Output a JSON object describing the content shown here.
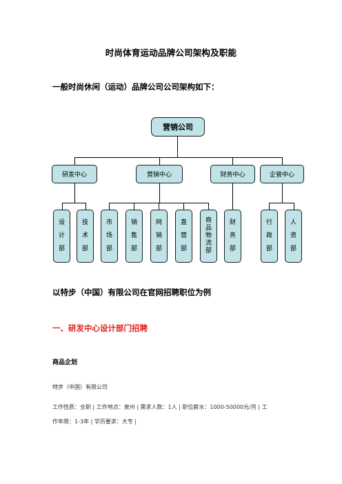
{
  "document": {
    "title": "时尚体育运动品牌公司架构及职能",
    "intro": "一般时尚休闲（运动）品牌公司公司架构如下：",
    "example_heading": "以特步（中国）有限公司在官网招聘职位为例",
    "section_heading": "一、研发中心设计部门招聘",
    "job_title": "商品企划",
    "company": "特步（中国）有限公司",
    "details_line1": "工作性质：全职 | 工作地点：泉州 | 需求人数：1人 | 职位薪水：1000-50000元/月 | 工",
    "details_line2": "作年限：1-3年 | 学历要求：大专 |"
  },
  "org_chart": {
    "root": "营销公司",
    "centers": {
      "rd": "研发中心",
      "marketing": "营销中心",
      "finance": "财务中心",
      "management": "企管中心"
    },
    "departments": {
      "design": [
        "设",
        "计",
        "部"
      ],
      "tech": [
        "技",
        "术",
        "部"
      ],
      "market": [
        "市",
        "场",
        "部"
      ],
      "sales": [
        "销",
        "售",
        "部"
      ],
      "online": [
        "网",
        "销",
        "部"
      ],
      "direct": [
        "直",
        "营",
        "部"
      ],
      "logistics": [
        "商",
        "品",
        "物",
        "流",
        "部"
      ],
      "finance_dept": [
        "财",
        "务",
        "部"
      ],
      "admin": [
        "行",
        "政",
        "部"
      ],
      "hr": [
        "人",
        "资",
        "部"
      ]
    }
  },
  "colors": {
    "box_fill": "#bfe3e6",
    "heading_red": "#e0211a"
  }
}
